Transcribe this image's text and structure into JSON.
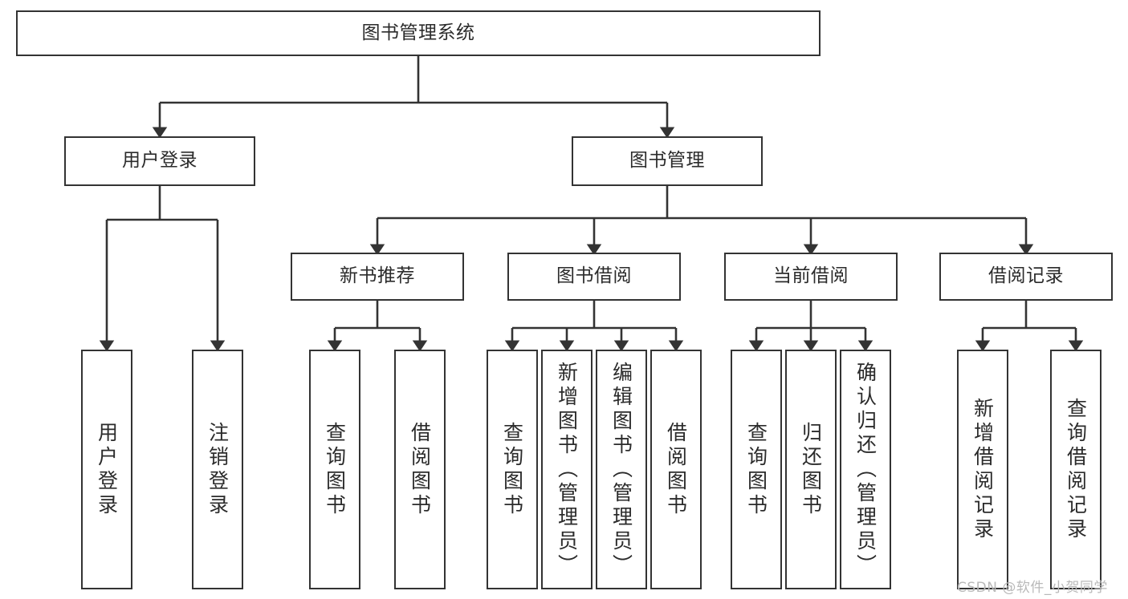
{
  "diagram": {
    "type": "tree-hierarchy",
    "title": "图书管理系统",
    "orientation": "top-down",
    "colors": {
      "box_border": "#333333",
      "box_fill": "#ffffff",
      "edge": "#333333",
      "text": "#2b2b2b",
      "watermark": "#b9b9b9"
    },
    "root": {
      "label": "图书管理系统",
      "id": "library-management-system"
    },
    "level2": [
      {
        "id": "user-login",
        "label": "用户登录"
      },
      {
        "id": "book-management",
        "label": "图书管理"
      }
    ],
    "level3": [
      {
        "id": "new-book-recommend",
        "label": "新书推荐",
        "parent": "book-management"
      },
      {
        "id": "book-borrow",
        "label": "图书借阅",
        "parent": "book-management"
      },
      {
        "id": "current-borrow",
        "label": "当前借阅",
        "parent": "book-management"
      },
      {
        "id": "borrow-record",
        "label": "借阅记录",
        "parent": "book-management"
      }
    ],
    "leaves": [
      {
        "id": "leaf-user-login",
        "label": "用户登录",
        "parent": "user-login"
      },
      {
        "id": "leaf-logout-login",
        "label": "注销登录",
        "parent": "user-login"
      },
      {
        "id": "leaf-query-book-1",
        "label": "查询图书",
        "parent": "new-book-recommend"
      },
      {
        "id": "leaf-borrow-book-1",
        "label": "借阅图书",
        "parent": "new-book-recommend"
      },
      {
        "id": "leaf-query-book-2",
        "label": "查询图书",
        "parent": "book-borrow"
      },
      {
        "id": "leaf-add-book",
        "label": "新增图书（管理员）",
        "parent": "book-borrow"
      },
      {
        "id": "leaf-edit-book",
        "label": "编辑图书（管理员）",
        "parent": "book-borrow"
      },
      {
        "id": "leaf-borrow-book-2",
        "label": "借阅图书",
        "parent": "book-borrow"
      },
      {
        "id": "leaf-query-book-3",
        "label": "查询图书",
        "parent": "current-borrow"
      },
      {
        "id": "leaf-return-book",
        "label": "归还图书",
        "parent": "current-borrow"
      },
      {
        "id": "leaf-confirm-return",
        "label": "确认归还（管理员）",
        "parent": "current-borrow"
      },
      {
        "id": "leaf-add-borrow-record",
        "label": "新增借阅记录",
        "parent": "borrow-record"
      },
      {
        "id": "leaf-query-borrow-record",
        "label": "查询借阅记录",
        "parent": "borrow-record"
      }
    ],
    "watermark": "CSDN @软件_小贺同学"
  }
}
